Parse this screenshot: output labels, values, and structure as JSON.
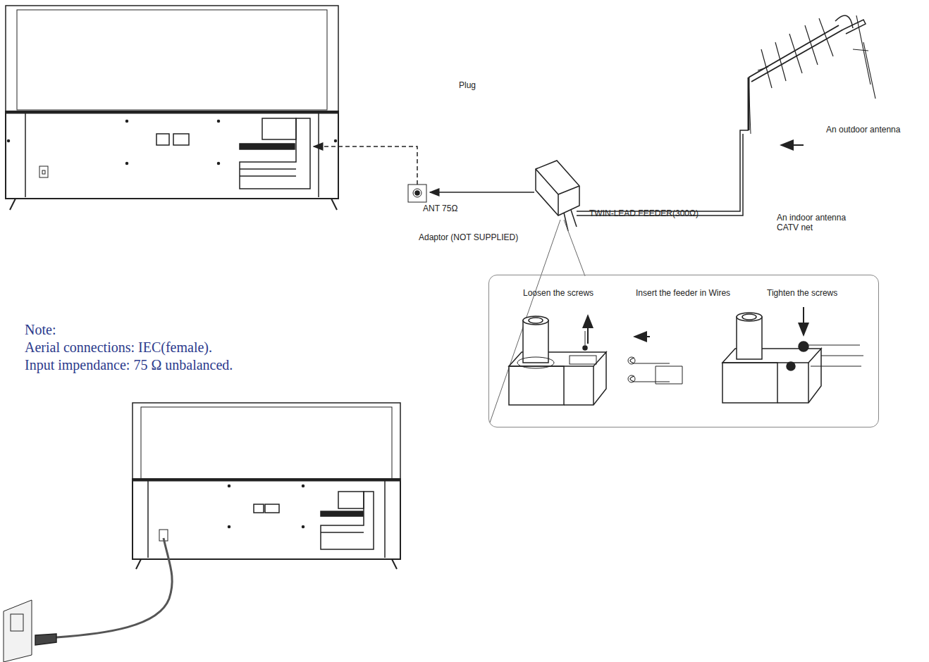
{
  "diagram": {
    "nodes": [
      {
        "text": [
          "Loosen the screws",
          "Insert the feeder in Wires",
          "Tighten the screws"
        ]
      }
    ],
    "labels": [
      "Plug",
      "ANT 75Ω",
      "Adaptor  (NOT SUPPLIED)",
      "TWIN-LEAD FEEDER(300Ω)",
      "An outdoor antenna",
      "An indoor antenna CATV net",
      "Note:",
      "Aerial connections: IEC(female).",
      "Input impendance: 75 Ω unbalanced."
    ]
  }
}
